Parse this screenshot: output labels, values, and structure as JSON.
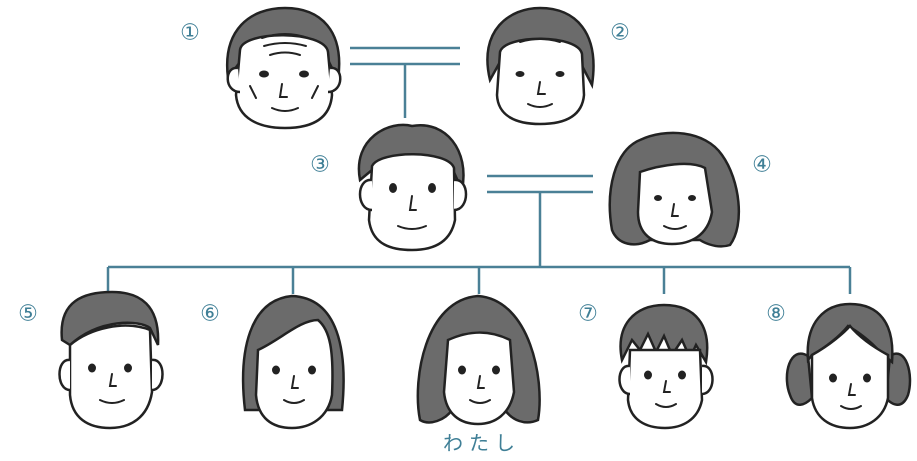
{
  "colors": {
    "accent": "#3f7f96",
    "line": "#4a8096",
    "hair": "#6b6b6b",
    "skin": "#ffffff"
  },
  "members": [
    {
      "id": "m1",
      "number": "①"
    },
    {
      "id": "m2",
      "number": "②"
    },
    {
      "id": "m3",
      "number": "③"
    },
    {
      "id": "m4",
      "number": "④"
    },
    {
      "id": "m5",
      "number": "⑤"
    },
    {
      "id": "m6",
      "number": "⑥"
    },
    {
      "id": "me",
      "label": "わたし"
    },
    {
      "id": "m7",
      "number": "⑦"
    },
    {
      "id": "m8",
      "number": "⑧"
    }
  ]
}
